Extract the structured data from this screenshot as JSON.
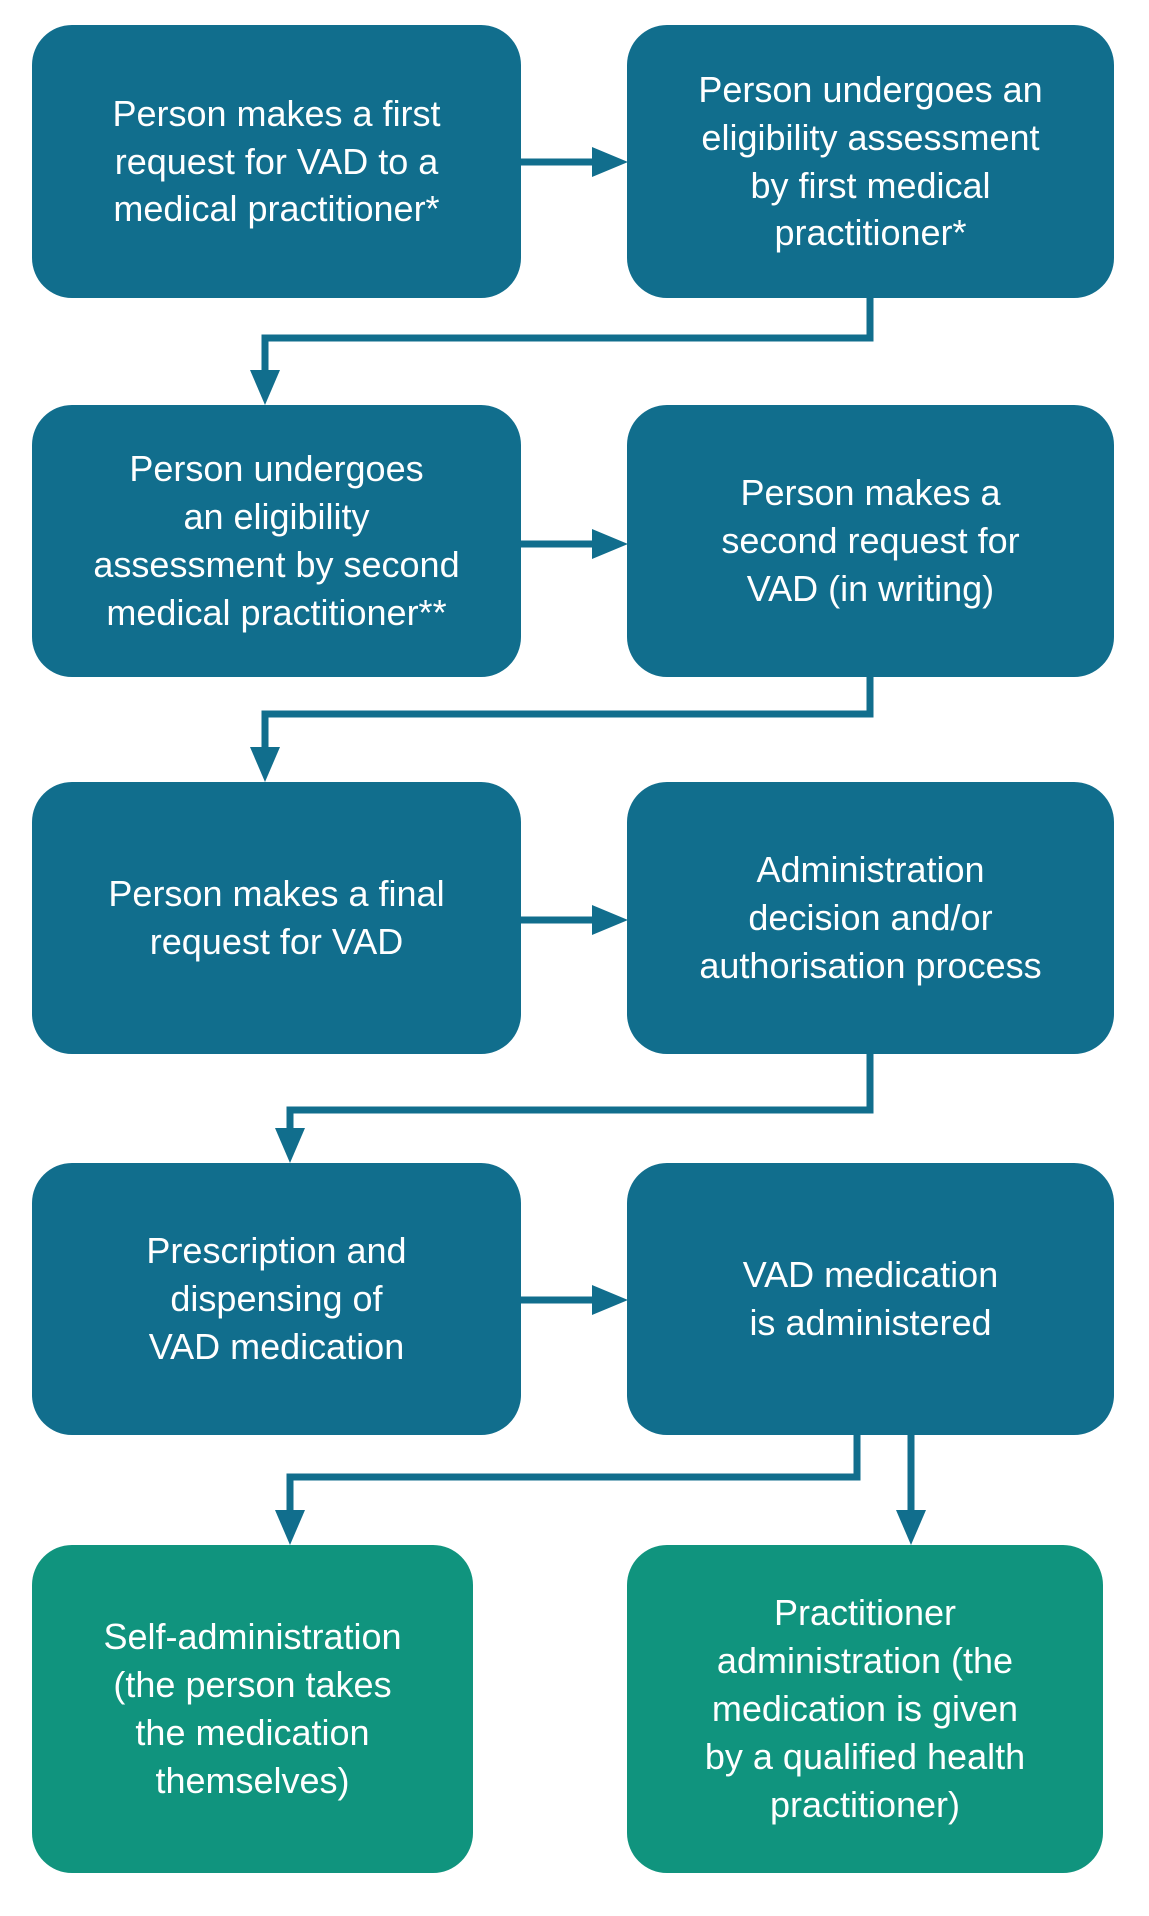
{
  "colors": {
    "box_blue": "#116e8d",
    "box_green": "#10947e",
    "connector": "#116e8d",
    "label_text": "#ffffff",
    "background": "#ffffff"
  },
  "flowchart": {
    "steps": [
      {
        "id": "first-request",
        "label": "Person makes a first\nrequest for VAD to a\nmedical practitioner*",
        "variant": "box_blue"
      },
      {
        "id": "first-assessment",
        "label": "Person undergoes an\neligibility assessment\nby first medical\npractitioner*",
        "variant": "box_blue"
      },
      {
        "id": "second-assessment",
        "label": "Person undergoes\nan eligibility\nassessment by second\nmedical practitioner**",
        "variant": "box_blue"
      },
      {
        "id": "second-request",
        "label": "Person makes a\nsecond request for\nVAD (in writing)",
        "variant": "box_blue"
      },
      {
        "id": "final-request",
        "label": "Person makes a final\nrequest for VAD",
        "variant": "box_blue"
      },
      {
        "id": "admin-decision",
        "label": "Administration\ndecision and/or\nauthorisation process",
        "variant": "box_blue"
      },
      {
        "id": "prescription-dispensing",
        "label": "Prescription and\ndispensing of\nVAD medication",
        "variant": "box_blue"
      },
      {
        "id": "medication-administered",
        "label": "VAD medication\nis administered",
        "variant": "box_blue"
      },
      {
        "id": "self-administration",
        "label": "Self-administration\n(the person takes\nthe medication\nthemselves)",
        "variant": "box_green"
      },
      {
        "id": "practitioner-administration",
        "label": "Practitioner\nadministration (the\nmedication is given\nby a qualified health\npractitioner)",
        "variant": "box_green"
      }
    ],
    "edges": [
      {
        "from": "first-request",
        "to": "first-assessment"
      },
      {
        "from": "first-assessment",
        "to": "second-assessment"
      },
      {
        "from": "second-assessment",
        "to": "second-request"
      },
      {
        "from": "second-request",
        "to": "final-request"
      },
      {
        "from": "final-request",
        "to": "admin-decision"
      },
      {
        "from": "admin-decision",
        "to": "prescription-dispensing"
      },
      {
        "from": "prescription-dispensing",
        "to": "medication-administered"
      },
      {
        "from": "medication-administered",
        "to": "self-administration"
      },
      {
        "from": "medication-administered",
        "to": "practitioner-administration"
      }
    ]
  }
}
